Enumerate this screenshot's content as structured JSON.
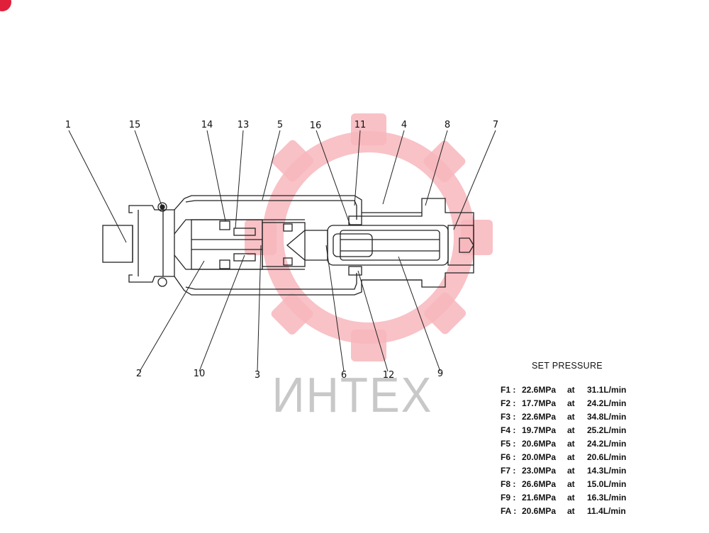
{
  "watermark": {
    "text": "ИНТЕХ",
    "gear_color": "#f7b7bd",
    "text_color": "#c8c8c8"
  },
  "callouts": [
    {
      "id": "1",
      "label": "1"
    },
    {
      "id": "15",
      "label": "15"
    },
    {
      "id": "14",
      "label": "14"
    },
    {
      "id": "13",
      "label": "13"
    },
    {
      "id": "5",
      "label": "5"
    },
    {
      "id": "16",
      "label": "16"
    },
    {
      "id": "11",
      "label": "11"
    },
    {
      "id": "4",
      "label": "4"
    },
    {
      "id": "8",
      "label": "8"
    },
    {
      "id": "7",
      "label": "7"
    },
    {
      "id": "2",
      "label": "2"
    },
    {
      "id": "10",
      "label": "10"
    },
    {
      "id": "3",
      "label": "3"
    },
    {
      "id": "6",
      "label": "6"
    },
    {
      "id": "12",
      "label": "12"
    },
    {
      "id": "9",
      "label": "9"
    }
  ],
  "set_pressure": {
    "title": "SET PRESSURE",
    "rows": [
      {
        "code": "F1 :",
        "pressure": "22.6MPa",
        "at": "at",
        "flow": "31.1L/min"
      },
      {
        "code": "F2 :",
        "pressure": "17.7MPa",
        "at": "at",
        "flow": "24.2L/min"
      },
      {
        "code": "F3 :",
        "pressure": "22.6MPa",
        "at": "at",
        "flow": "34.8L/min"
      },
      {
        "code": "F4 :",
        "pressure": "19.7MPa",
        "at": "at",
        "flow": "25.2L/min"
      },
      {
        "code": "F5 :",
        "pressure": "20.6MPa",
        "at": "at",
        "flow": "24.2L/min"
      },
      {
        "code": "F6 :",
        "pressure": "20.0MPa",
        "at": "at",
        "flow": "20.6L/min"
      },
      {
        "code": "F7 :",
        "pressure": "23.0MPa",
        "at": "at",
        "flow": "14.3L/min"
      },
      {
        "code": "F8 :",
        "pressure": "26.6MPa",
        "at": "at",
        "flow": "15.0L/min"
      },
      {
        "code": "F9 :",
        "pressure": "21.6MPa",
        "at": "at",
        "flow": "16.3L/min"
      },
      {
        "code": "FA :",
        "pressure": "20.6MPa",
        "at": "at",
        "flow": "11.4L/min"
      }
    ]
  }
}
